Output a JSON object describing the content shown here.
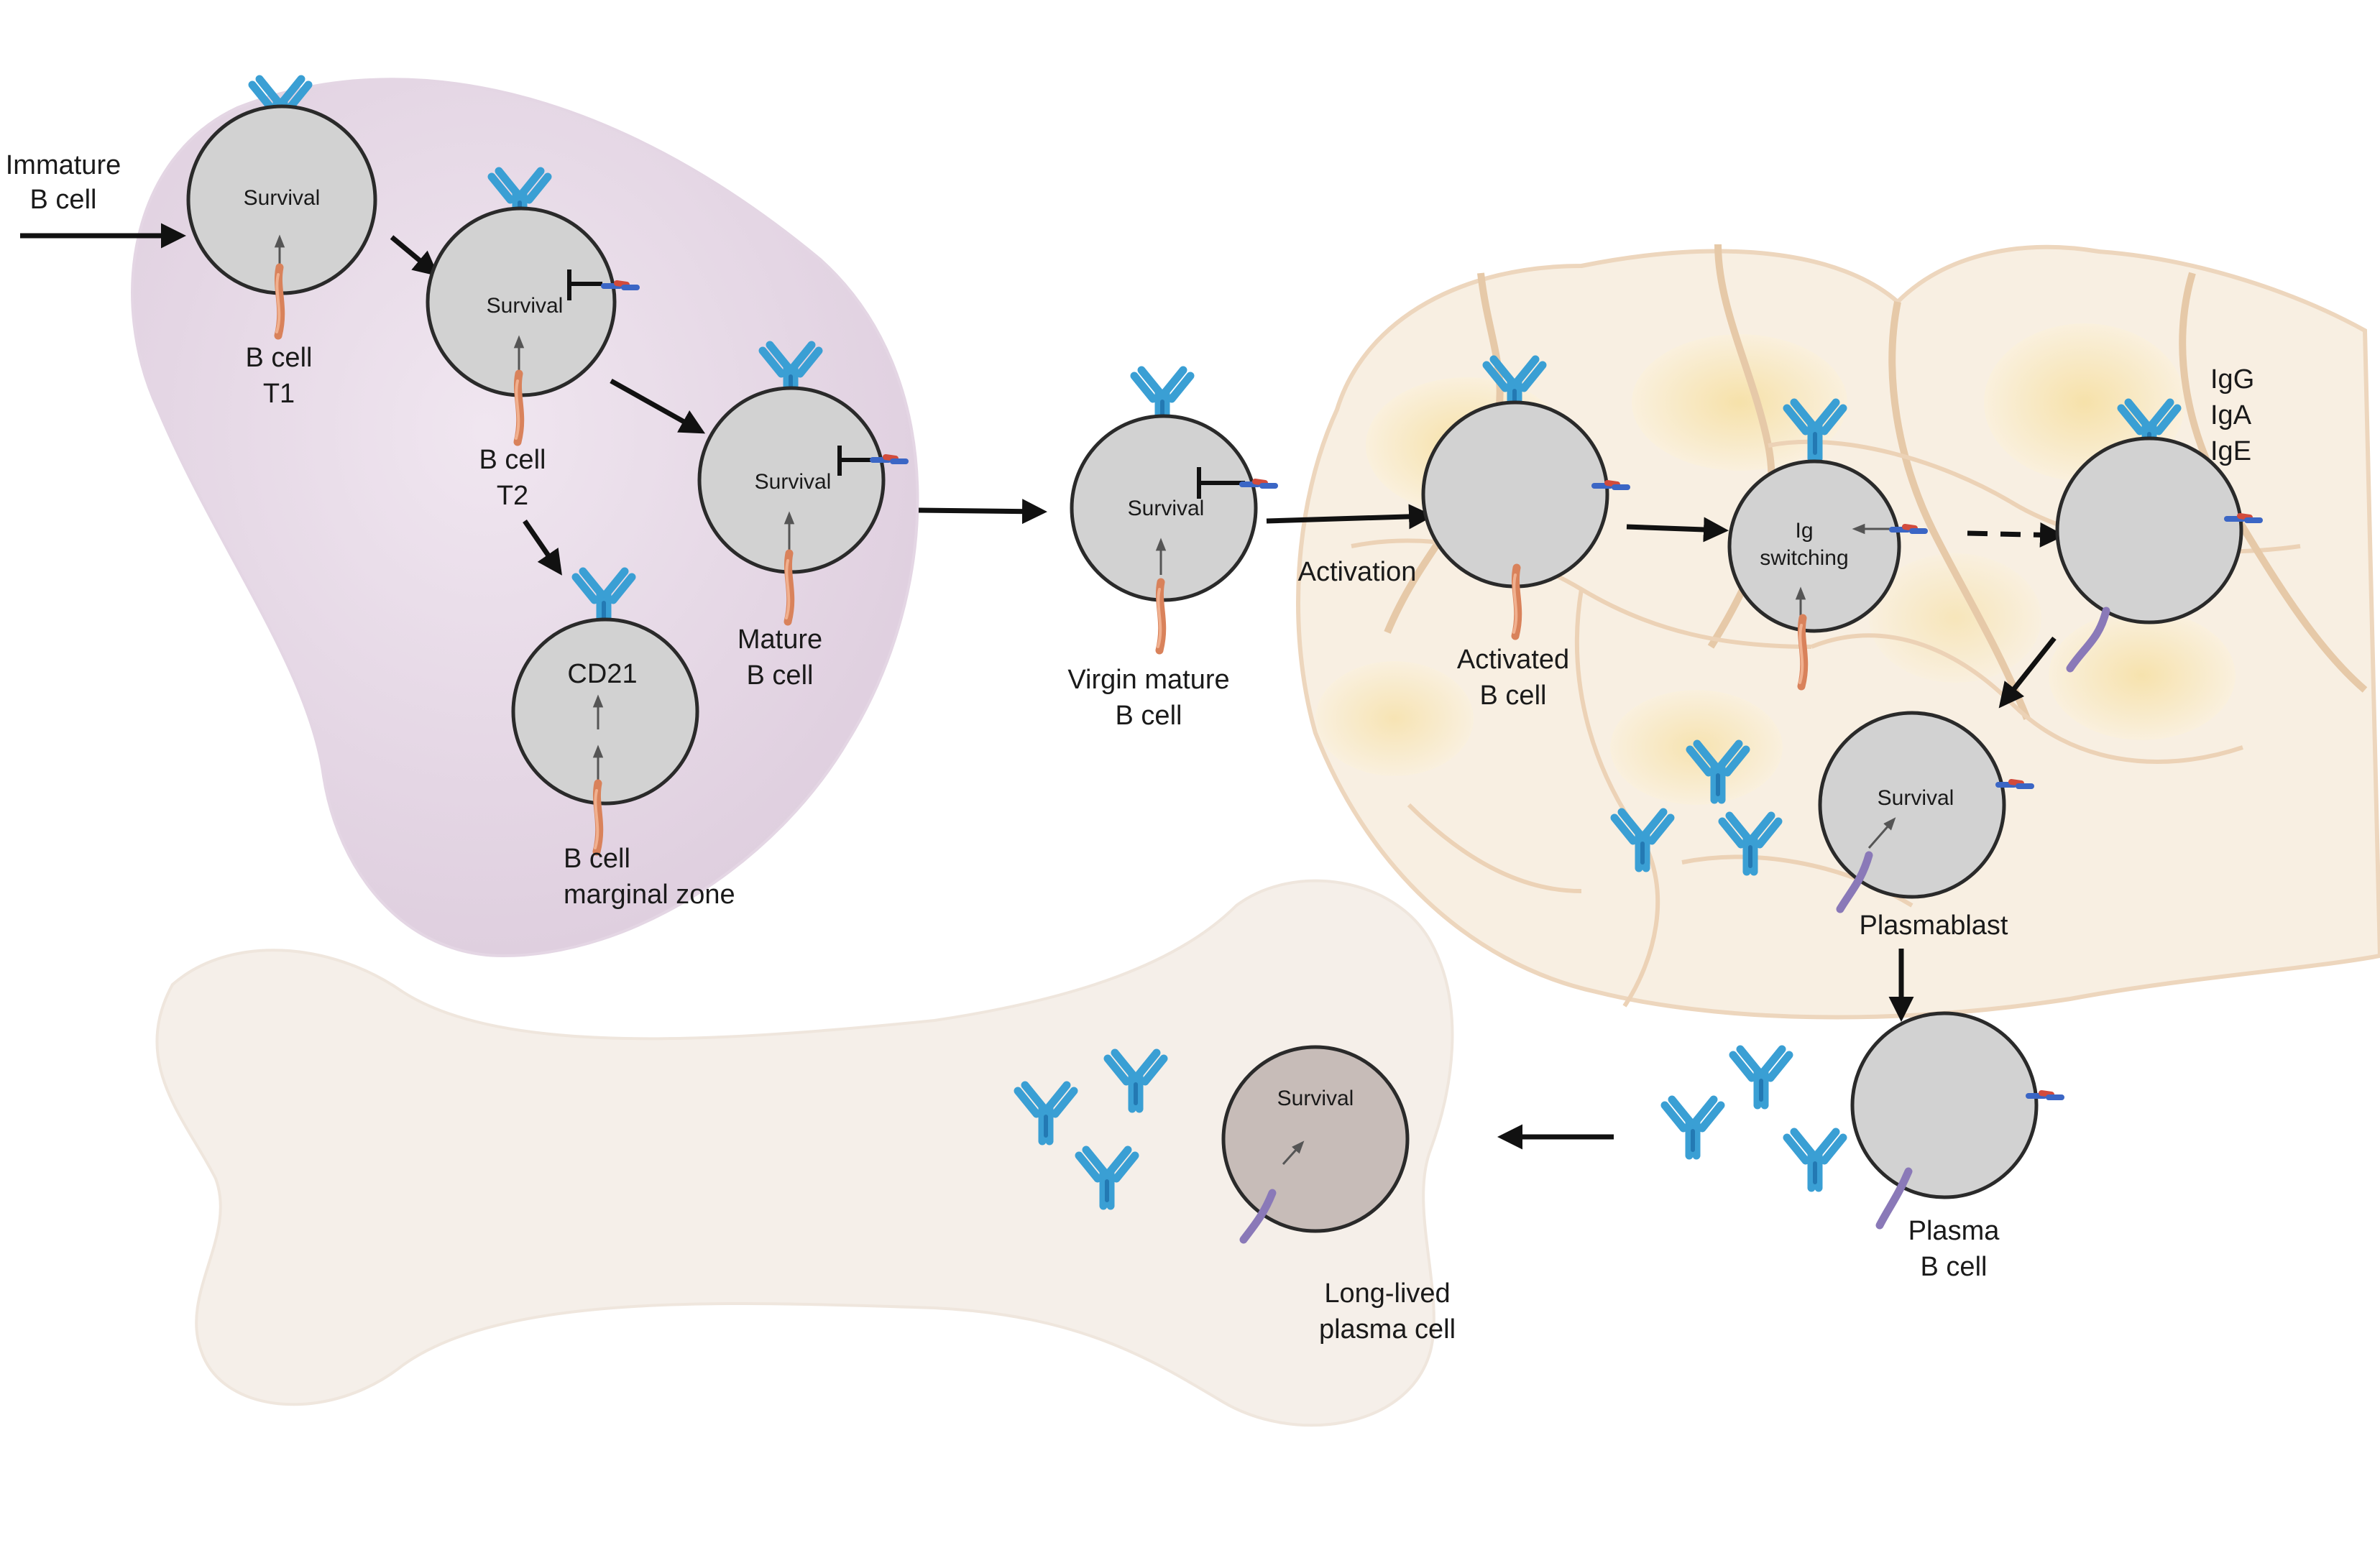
{
  "labels": {
    "immature_b_cell": [
      "Immature",
      "B cell"
    ],
    "b_cell_t1": [
      "B cell",
      "T1"
    ],
    "b_cell_t2": [
      "B cell",
      "T2"
    ],
    "mature_b_cell": [
      "Mature",
      "B cell"
    ],
    "b_cell_marginal_zone": [
      "B cell",
      "marginal zone"
    ],
    "virgin_mature_b_cell": [
      "Virgin mature",
      "B cell"
    ],
    "activation": "Activation",
    "activated_b_cell": [
      "Activated",
      "B cell"
    ],
    "isotypes": [
      "IgG",
      "IgA",
      "IgE"
    ],
    "plasmablast": "Plasmablast",
    "plasma_b_cell": [
      "Plasma",
      "B cell"
    ],
    "long_lived_plasma_cell": [
      "Long-lived",
      "plasma cell"
    ]
  },
  "cell_texts": {
    "survival": "Survival",
    "cd21": "CD21",
    "ig_switching": [
      "Ig",
      "switching"
    ]
  },
  "colors": {
    "antibody": "#3a9fd4",
    "cell_fill": "#d2d2d2",
    "spleen": "#e3d3e3",
    "lymph_node": "#f7ecdc",
    "bone": "#f3ede6"
  }
}
